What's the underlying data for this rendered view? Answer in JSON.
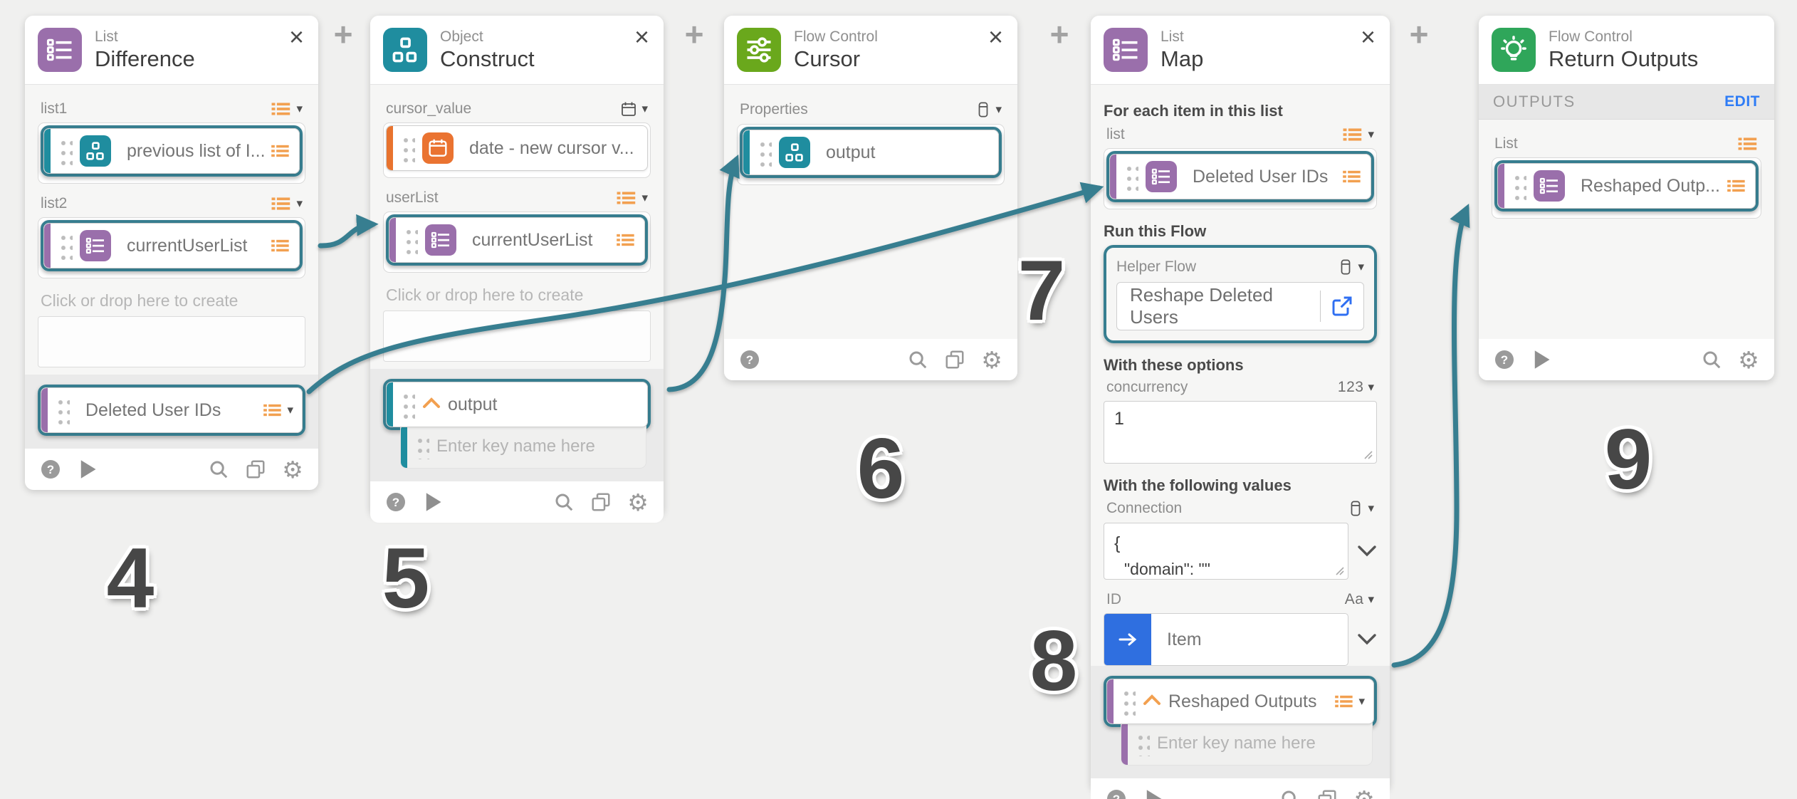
{
  "misc": {
    "plus": "+",
    "close": "×",
    "help": "?"
  },
  "numbers": {
    "four": "4",
    "five": "5",
    "six": "6",
    "seven": "7",
    "eight": "8",
    "nine": "9"
  },
  "colors": {
    "accent_teal": "#377e90",
    "purple": "#9a6fab",
    "teal_icon": "#1f8d9f",
    "green_cursor": "#6aa81c",
    "green_bulb": "#2fa65a",
    "orange": "#f2a050",
    "orange_deep": "#ea7331",
    "blue": "#2f6fe0",
    "edit_blue": "#2e7cf6"
  },
  "difference": {
    "kicker": "List",
    "title": "Difference",
    "list1_label": "list1",
    "list1_chip": "previous list of I...",
    "list2_label": "list2",
    "list2_chip": "currentUserList",
    "drop_hint": "Click or drop here to create",
    "output_chip": "Deleted User IDs"
  },
  "construct": {
    "kicker": "Object",
    "title": "Construct",
    "cursor_label": "cursor_value",
    "cursor_chip": "date - new cursor v...",
    "userlist_label": "userList",
    "userlist_chip": "currentUserList",
    "drop_hint": "Click or drop here to create",
    "output_chip": "output",
    "key_placeholder": "Enter key name here"
  },
  "cursor": {
    "kicker": "Flow Control",
    "title": "Cursor",
    "properties_label": "Properties",
    "output_chip": "output"
  },
  "map": {
    "kicker": "List",
    "title": "Map",
    "section_foreach": "For each item in this list",
    "list_label": "list",
    "list_chip": "Deleted User IDs",
    "section_run": "Run this Flow",
    "helper_label": "Helper Flow",
    "helper_value": "Reshape Deleted Users",
    "section_options": "With these options",
    "concurrency_label": "concurrency",
    "concurrency_type": "123",
    "concurrency_value": "1",
    "section_values": "With the following values",
    "connection_label": "Connection",
    "connection_line1": "{",
    "connection_line2": "\"domain\": \"\"",
    "id_label": "ID",
    "id_type": "Aa",
    "id_chip": "Item",
    "output_chip": "Reshaped Outputs",
    "key_placeholder": "Enter key name here"
  },
  "return_outputs": {
    "kicker": "Flow Control",
    "title": "Return Outputs",
    "outputs_header": "OUTPUTS",
    "edit_label": "EDIT",
    "list_label": "List",
    "list_chip": "Reshaped Outp..."
  }
}
